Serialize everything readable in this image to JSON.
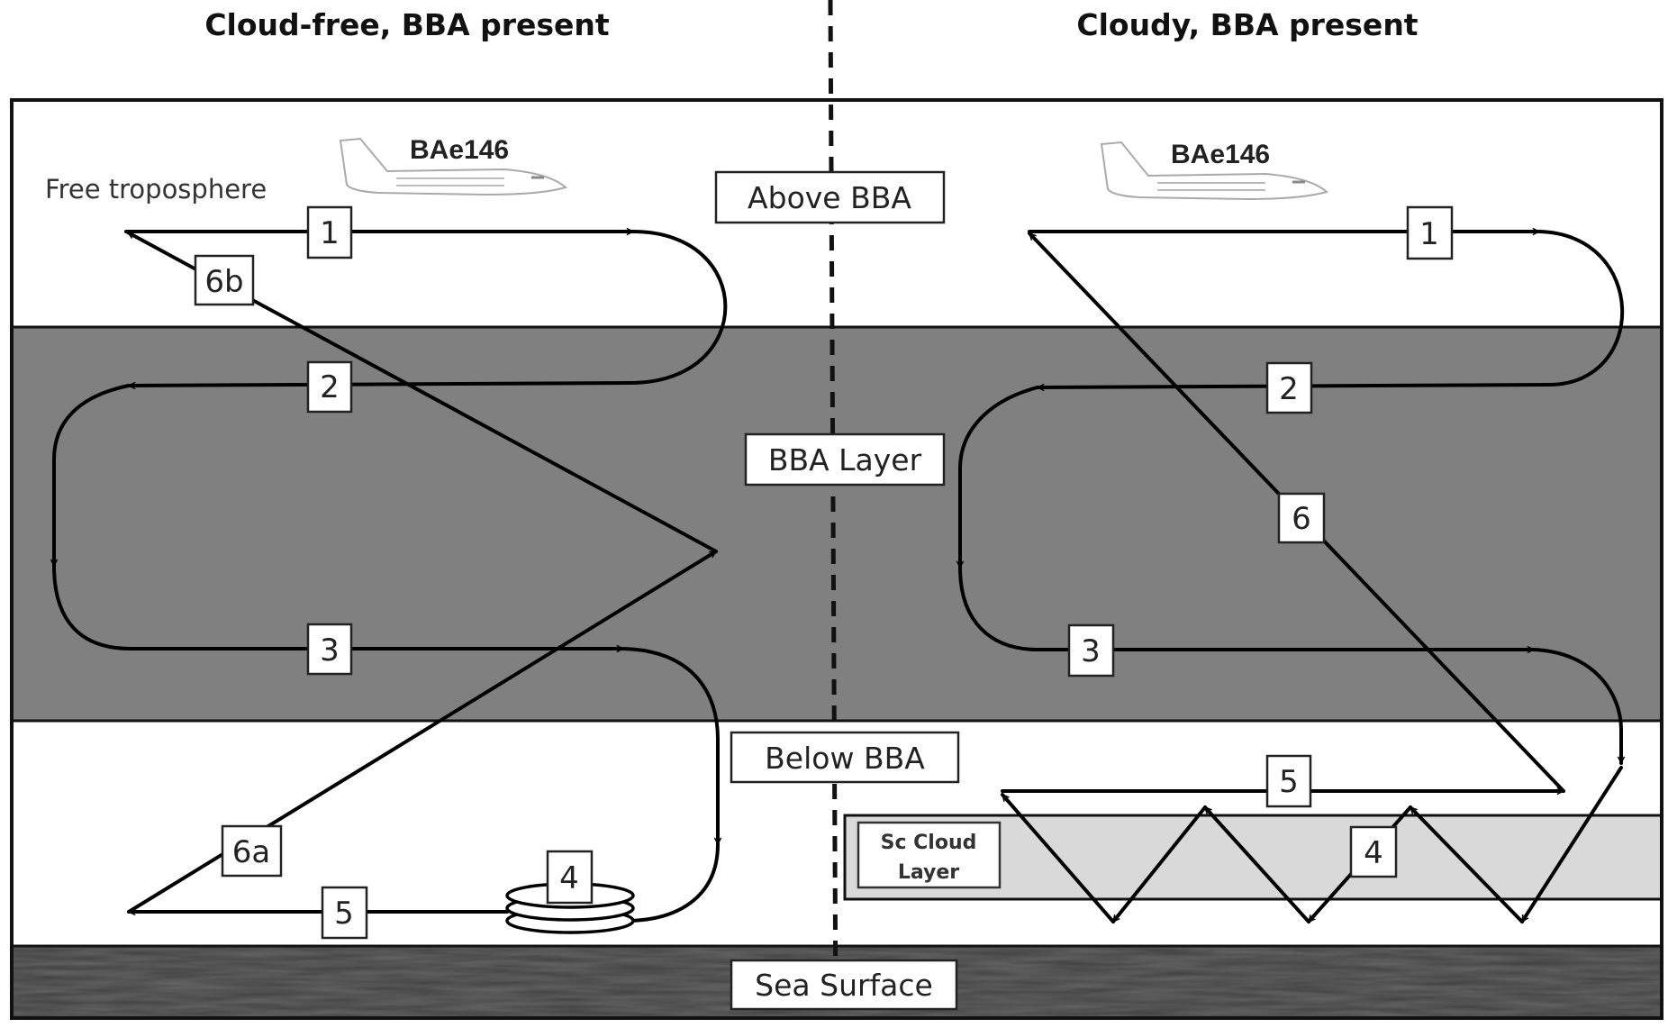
{
  "titles": {
    "left": "Cloud-free, BBA present",
    "right": "Cloudy, BBA present"
  },
  "colors": {
    "frame": "#111111",
    "free_troposphere": "#ffffff",
    "bba_layer": "#808080",
    "below_bba": "#ffffff",
    "sc_cloud": "#d9d9d9",
    "sea_surface": "#474747",
    "path": "#000000"
  },
  "regions": {
    "above": "Above BBA",
    "bba": "BBA Layer",
    "below": "Below BBA",
    "sea": "Sea Surface"
  },
  "annotations": {
    "free_troposphere": "Free troposphere",
    "aircraft_left": "BAe146",
    "aircraft_right": "BAe146",
    "sc_cloud_line1": "Sc Cloud",
    "sc_cloud_line2": "Layer"
  },
  "legs_left": {
    "l1": "1",
    "l2": "2",
    "l3": "3",
    "l4": "4",
    "l5": "5",
    "l6a": "6a",
    "l6b": "6b"
  },
  "legs_right": {
    "l1": "1",
    "l2": "2",
    "l3": "3",
    "l4": "4",
    "l5": "5",
    "l6": "6"
  }
}
